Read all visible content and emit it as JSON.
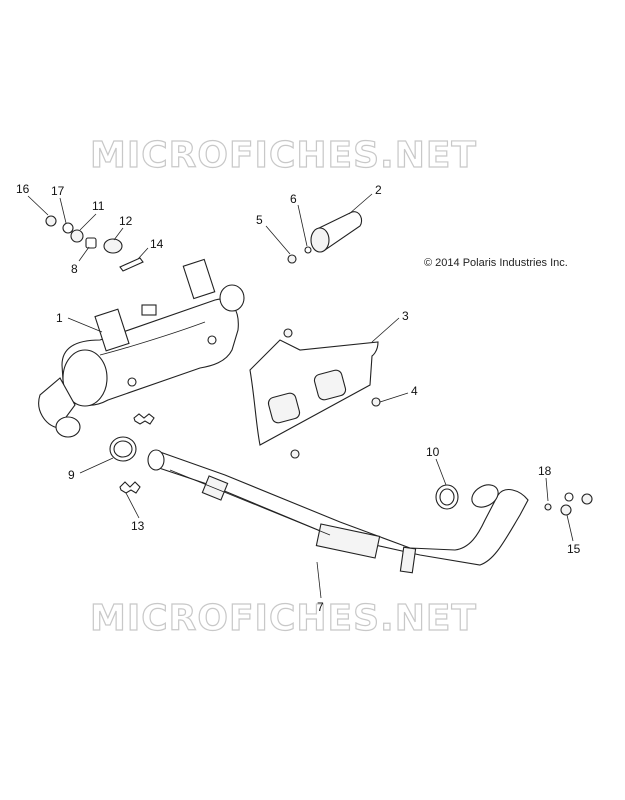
{
  "watermark": "MICROFICHES.NET",
  "copyright": "© 2014 Polaris Industries Inc.",
  "callouts": {
    "c1": "1",
    "c2": "2",
    "c3": "3",
    "c4": "4",
    "c5": "5",
    "c6": "6",
    "c7": "7",
    "c8": "8",
    "c9": "9",
    "c10": "10",
    "c11": "11",
    "c12": "12",
    "c13": "13",
    "c14": "14",
    "c15": "15",
    "c16": "16",
    "c17": "17",
    "c18": "18"
  }
}
